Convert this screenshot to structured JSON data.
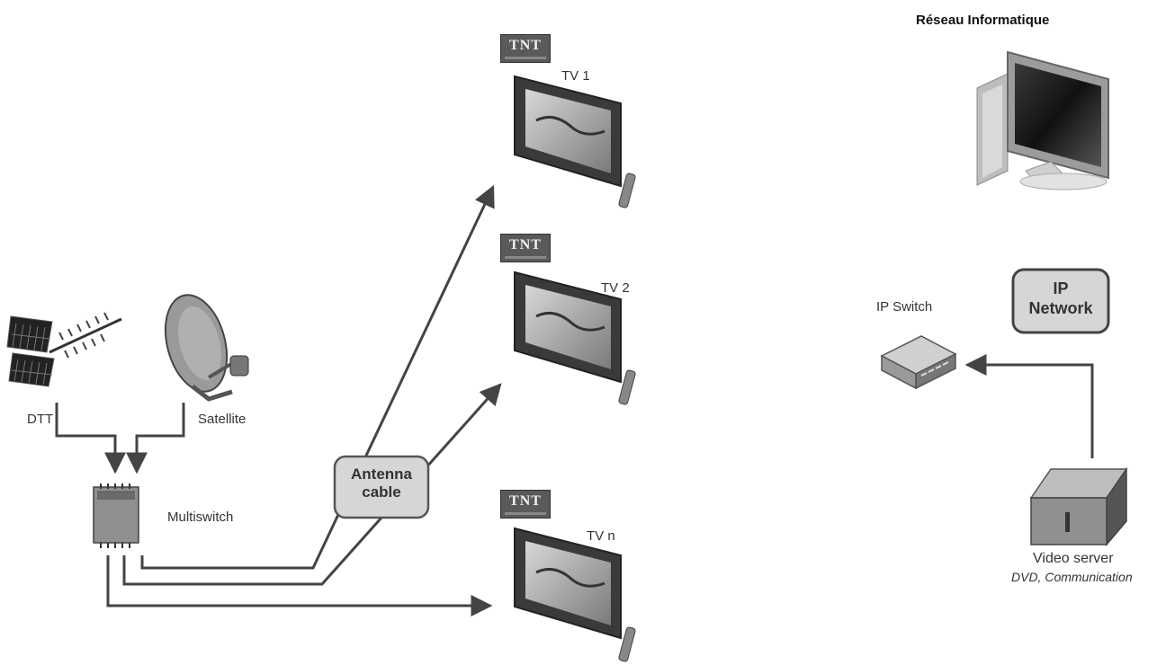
{
  "labels": {
    "network_title": "Réseau Informatique",
    "dtt": "DTT",
    "satellite": "Satellite",
    "multiswitch": "Multiswitch",
    "antenna_line1": "Antenna",
    "antenna_line2": "cable",
    "tv1": "TV 1",
    "tv2": "TV 2",
    "tvn": "TV n",
    "tnt": "TNT",
    "ip_switch": "IP Switch",
    "ip_network_line1": "IP",
    "ip_network_line2": "Network",
    "video_server": "Video server",
    "video_server_sub": "DVD, Communication"
  },
  "colors": {
    "line": "#444444",
    "box_fill": "#d6d6d6",
    "box_stroke": "#555555",
    "device_gray": "#9a9a9a"
  }
}
